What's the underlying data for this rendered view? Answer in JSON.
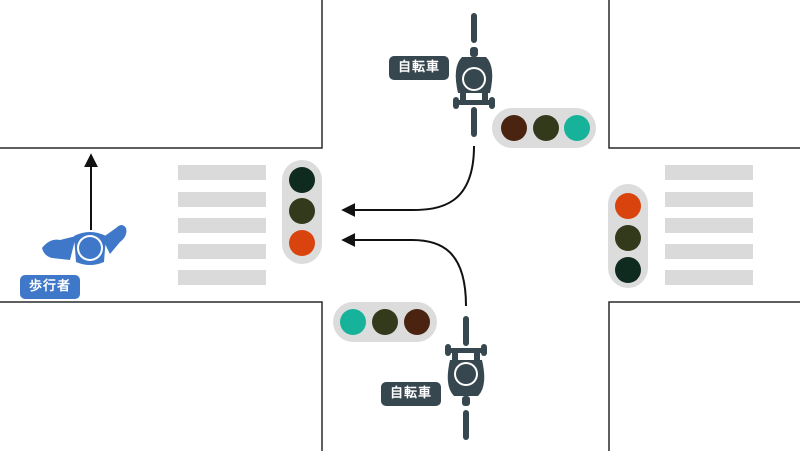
{
  "labels": {
    "cyclist_top": "自転車",
    "cyclist_bottom": "自転車",
    "pedestrian": "歩行者"
  },
  "colors": {
    "road_line": "#2a2a2a",
    "crosswalk": "#dadada",
    "signal_housing": "#dcdcdc",
    "signal_green": "#16b39a",
    "signal_green_off": "#0f2a1f",
    "signal_yellow_off": "#333a1c",
    "signal_red": "#d9430d",
    "signal_red_off": "#4a2410",
    "cyclist": "#37474f",
    "pedestrian": "#3f78c9",
    "arrow": "#111111"
  },
  "icons": {
    "cyclist": "bicycle-rider-top-view-icon",
    "pedestrian": "pedestrian-top-view-icon",
    "arrow": "arrow-icon"
  },
  "signals": {
    "top_horizontal": [
      "red-off",
      "yellow-off",
      "green-on"
    ],
    "left_vertical": [
      "green-off",
      "yellow-off",
      "red-on"
    ],
    "right_vertical": [
      "red-on",
      "yellow-off",
      "green-off"
    ],
    "bottom_horizontal": [
      "green-on",
      "yellow-off",
      "red-off"
    ]
  }
}
